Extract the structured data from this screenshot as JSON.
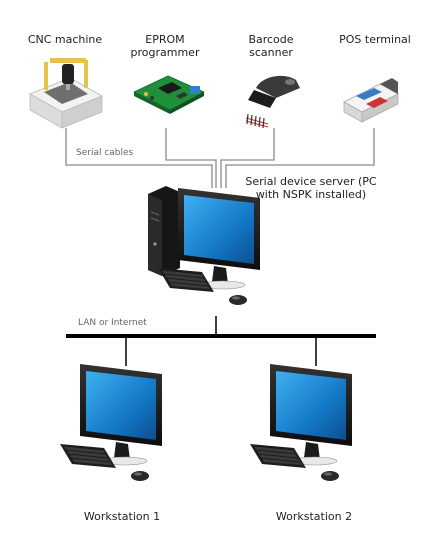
{
  "devices": {
    "cnc": "CNC machine",
    "eprom": "EPROM programmer",
    "barcode": "Barcode scanner",
    "pos": "POS terminal"
  },
  "cables_label": "Serial cables",
  "server_label": "Serial device server (PC with NSPK installed)",
  "network_label": "LAN or Internet",
  "workstations": [
    "Workstation 1",
    "Workstation 2"
  ],
  "colors": {
    "cable": "#8a8a8a",
    "network": "#000000",
    "screen": "#1a86d6",
    "pc_body": "#1c1c1c",
    "pcb": "#1f8f3a"
  }
}
